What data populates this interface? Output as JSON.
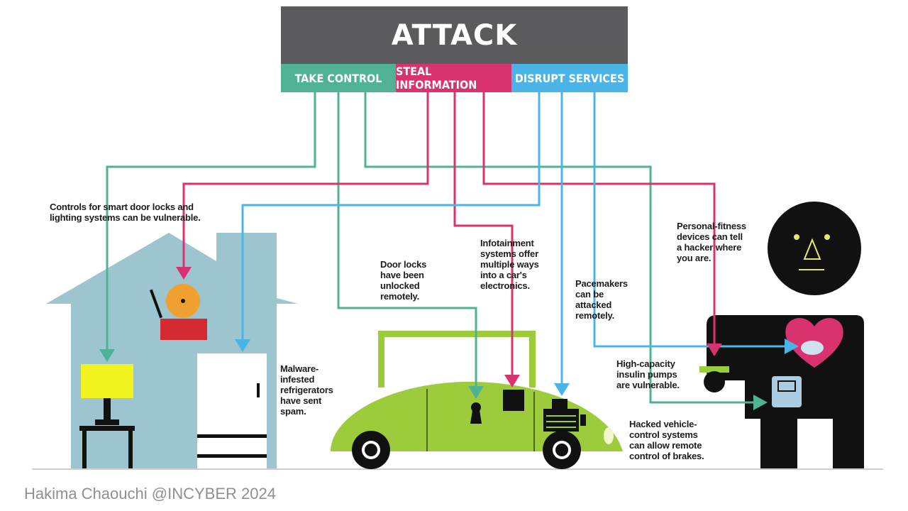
{
  "header": {
    "title": "ATTACK",
    "categories": [
      {
        "id": "take",
        "label": "TAKE CONTROL",
        "color": "#4fb293"
      },
      {
        "id": "steal",
        "label": "STEAL INFORMATION",
        "color": "#d8336f"
      },
      {
        "id": "disrupt",
        "label": "DISRUPT SERVICES",
        "color": "#4ab4e6"
      }
    ]
  },
  "notes": {
    "smart_home": "Controls for smart door locks and\nlighting systems can be vulnerable.",
    "fridge": "Malware-\ninfested\nrefrigerators\nhave sent\nspam.",
    "door_locks": "Door locks\nhave been\nunlocked\nremotely.",
    "infotainment": "Infotainment\nsystems offer\nmultiple ways\ninto a car's\nelectronics.",
    "pacemakers": "Pacemakers\ncan be\nattacked\nremotely.",
    "fitness": "Personal-fitness\ndevices can tell\na hacker where\nyou are.",
    "insulin": "High-capacity\ninsulin pumps\nare vulnerable.",
    "vehicle_control": "Hacked vehicle-\ncontrol systems\ncan allow remote\ncontrol of brakes."
  },
  "credit": "Hakima Chaouchi @INCYBER 2024",
  "colors": {
    "take_control": "#4fb293",
    "steal_information": "#d8336f",
    "disrupt_services": "#4ab4e6",
    "house": "#9cc5cf",
    "car": "#9ccc3c",
    "person": "#111111",
    "heart": "#d8336f",
    "lamp": "#f2f21f",
    "alarm_bell": "#f0a030",
    "alarm_base": "#d42b33"
  }
}
